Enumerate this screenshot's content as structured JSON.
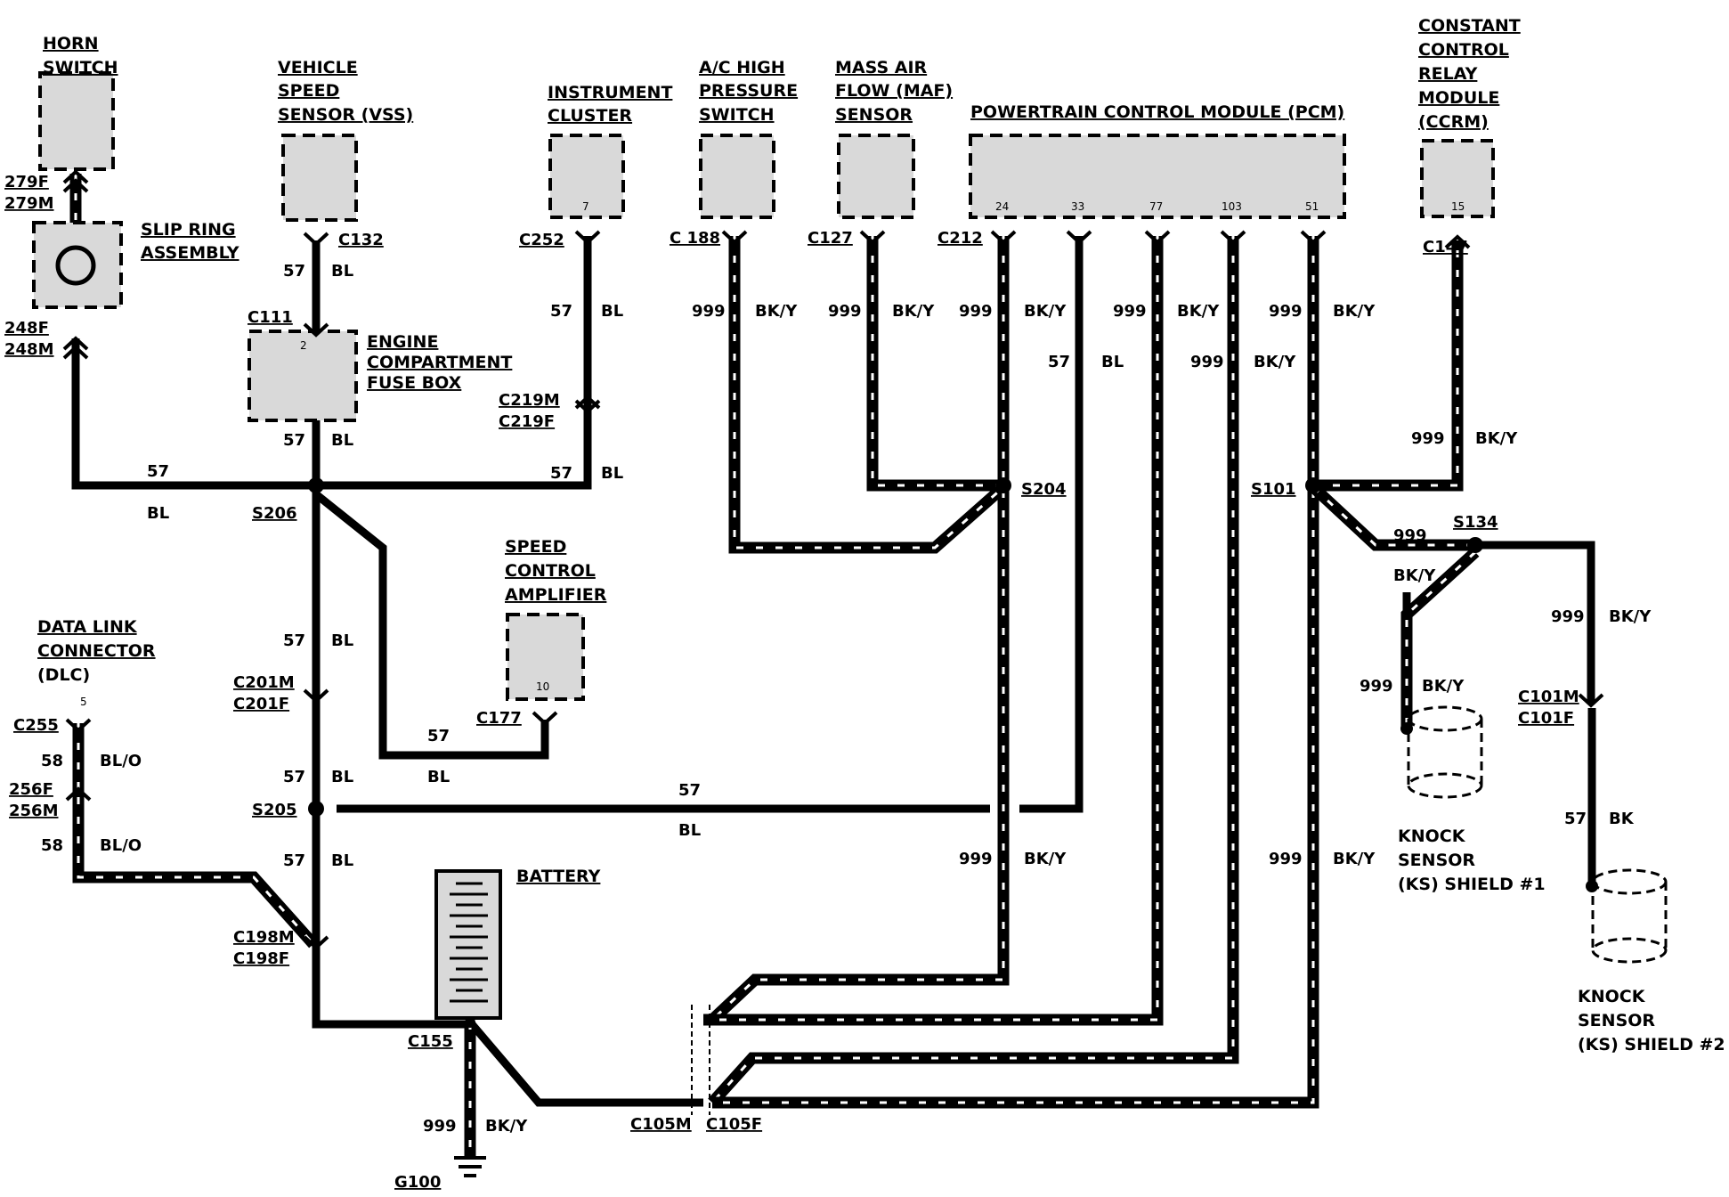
{
  "components": {
    "horn_switch": [
      "HORN",
      "SWITCH"
    ],
    "vss": [
      "VEHICLE",
      "SPEED",
      "SENSOR (VSS)"
    ],
    "instrument_cluster": [
      "INSTRUMENT",
      "CLUSTER"
    ],
    "ac_switch": [
      "A/C HIGH",
      "PRESSURE",
      "SWITCH"
    ],
    "maf": [
      "MASS AIR",
      "FLOW (MAF)",
      "SENSOR"
    ],
    "pcm": "POWERTRAIN CONTROL MODULE (PCM)",
    "ccrm": [
      "CONSTANT",
      "CONTROL",
      "RELAY",
      "MODULE",
      "(CCRM)"
    ],
    "slip_ring": [
      "SLIP RING",
      "ASSEMBLY"
    ],
    "fuse_box": [
      "ENGINE",
      "COMPARTMENT",
      "FUSE BOX"
    ],
    "speed_control": [
      "SPEED",
      "CONTROL",
      "AMPLIFIER"
    ],
    "dlc": [
      "DATA LINK",
      "CONNECTOR",
      "(DLC)"
    ],
    "battery": "BATTERY",
    "ks1": [
      "KNOCK",
      "SENSOR",
      "(KS) SHIELD #1"
    ],
    "ks2": [
      "KNOCK",
      "SENSOR",
      "(KS) SHIELD #2"
    ]
  },
  "pins": {
    "fuse": "2",
    "cluster": "7",
    "speed_control": "10",
    "dlc": "5",
    "ccrm": "15",
    "pcm": [
      "24",
      "33",
      "77",
      "103",
      "51"
    ]
  },
  "connectors": {
    "c132": "C132",
    "c252": "C252",
    "c188": "C 188",
    "c127": "C127",
    "c212": "C212",
    "c147": "C147",
    "c111": "C111",
    "c219m": "C219M",
    "c219f": "C219F",
    "c177": "C177",
    "c255": "C255",
    "c201m": "C201M",
    "c201f": "C201F",
    "c198m": "C198M",
    "c198f": "C198F",
    "c155": "C155",
    "c105m": "C105M",
    "c105f": "C105F",
    "g100": "G100",
    "c101m": "C101M",
    "c101f": "C101F",
    "c279f": "279F",
    "c279m": "279M",
    "c248f": "248F",
    "c248m": "248M",
    "c256f": "256F",
    "c256m": "256M"
  },
  "splices": {
    "s206": "S206",
    "s205": "S205",
    "s204": "S204",
    "s101": "S101",
    "s134": "S134"
  },
  "wires": {
    "n57": "57",
    "n58": "58",
    "n999": "999",
    "bl": "BL",
    "blo": "BL/O",
    "bky": "BK/Y",
    "bk": "BK"
  }
}
